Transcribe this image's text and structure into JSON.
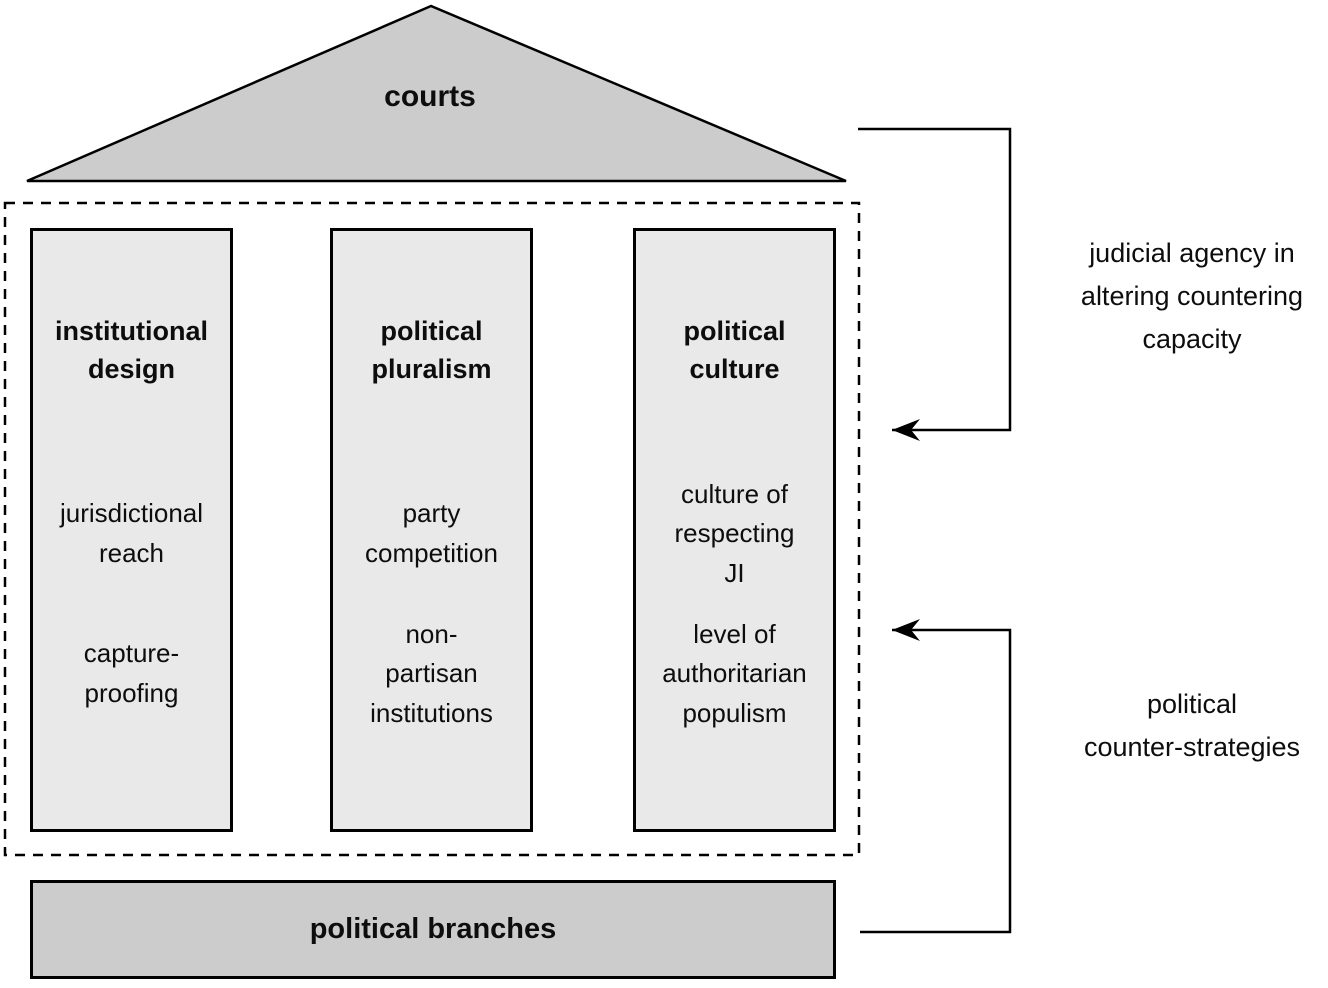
{
  "figure": {
    "roof": {
      "label": "courts"
    },
    "pillars": [
      {
        "title": "institutional\ndesign",
        "items": [
          "jurisdictional\nreach",
          "capture-\nproofing"
        ]
      },
      {
        "title": "political\npluralism",
        "items": [
          "party\ncompetition",
          "non-\npartisan\ninstitutions"
        ]
      },
      {
        "title": "political\nculture",
        "items": [
          "culture of\nrespecting\nJI",
          "level of\nauthoritarian\npopulism"
        ]
      }
    ],
    "base": {
      "label": "political branches"
    },
    "annotations": {
      "judicial_agency": {
        "label": "judicial agency in\naltering countering\ncapacity"
      },
      "counter_strategies": {
        "label": "political\ncounter-strategies"
      }
    },
    "colors": {
      "roof_fill": "#cccccc",
      "base_fill": "#cccccc",
      "pillar_fill": "#e9e9e9",
      "line": "#000000",
      "text": "#0d0d0d",
      "background": "#ffffff"
    }
  }
}
